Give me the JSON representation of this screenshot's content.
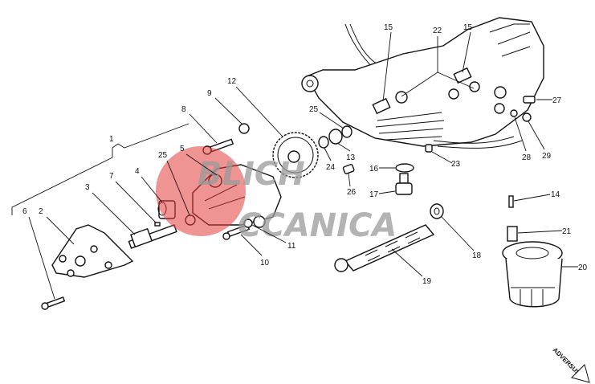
{
  "diagram": {
    "type": "exploded parts diagram",
    "callouts": [
      {
        "id": "1",
        "label": "1"
      },
      {
        "id": "2",
        "label": "2"
      },
      {
        "id": "3",
        "label": "3"
      },
      {
        "id": "4",
        "label": "4"
      },
      {
        "id": "5",
        "label": "5"
      },
      {
        "id": "6",
        "label": "6"
      },
      {
        "id": "7",
        "label": "7"
      },
      {
        "id": "8",
        "label": "8"
      },
      {
        "id": "9",
        "label": "9"
      },
      {
        "id": "10",
        "label": "10"
      },
      {
        "id": "11",
        "label": "11"
      },
      {
        "id": "12",
        "label": "12"
      },
      {
        "id": "13",
        "label": "13"
      },
      {
        "id": "14",
        "label": "14"
      },
      {
        "id": "15a",
        "label": "15"
      },
      {
        "id": "15b",
        "label": "15"
      },
      {
        "id": "16",
        "label": "16"
      },
      {
        "id": "17",
        "label": "17"
      },
      {
        "id": "18",
        "label": "18"
      },
      {
        "id": "19",
        "label": "19"
      },
      {
        "id": "20",
        "label": "20"
      },
      {
        "id": "21",
        "label": "21"
      },
      {
        "id": "22",
        "label": "22"
      },
      {
        "id": "23",
        "label": "23"
      },
      {
        "id": "24",
        "label": "24"
      },
      {
        "id": "25a",
        "label": "25"
      },
      {
        "id": "25b",
        "label": "25"
      },
      {
        "id": "26",
        "label": "26"
      },
      {
        "id": "27",
        "label": "27"
      },
      {
        "id": "28",
        "label": "28"
      },
      {
        "id": "29",
        "label": "29"
      }
    ],
    "direction_marker": "ADVERSUS",
    "watermark": {
      "line1": "BLICH",
      "line2": "MECCANICA",
      "color": "#e23b3b"
    }
  }
}
